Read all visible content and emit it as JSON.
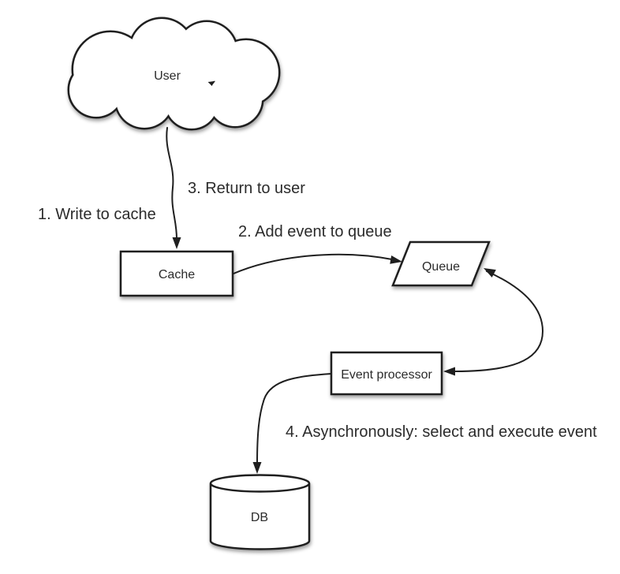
{
  "diagram": {
    "nodes": {
      "user": {
        "label": "User",
        "shape": "cloud"
      },
      "cache": {
        "label": "Cache",
        "shape": "rectangle"
      },
      "queue": {
        "label": "Queue",
        "shape": "parallelogram"
      },
      "event_processor": {
        "label": "Event processor",
        "shape": "rectangle"
      },
      "db": {
        "label": "DB",
        "shape": "cylinder"
      }
    },
    "edges": [
      {
        "id": "user-cache",
        "from": "user",
        "to": "cache"
      },
      {
        "id": "cache-queue",
        "from": "cache",
        "to": "queue"
      },
      {
        "id": "queue-event_processor",
        "from": "queue",
        "to": "event_processor",
        "bidirectional": true
      },
      {
        "id": "event_processor-db",
        "from": "event_processor",
        "to": "db"
      }
    ],
    "labels": {
      "write_to_cache": "1. Write to cache",
      "add_event_to_queue": "2. Add event to queue",
      "return_to_user": "3. Return to user",
      "async_select_execute": "4. Asynchronously: select and execute event"
    },
    "colors": {
      "background": "#ffffff",
      "stroke": "#1f1f1f",
      "shape_fill": "#ffffff",
      "text": "#2b2b2b"
    }
  }
}
